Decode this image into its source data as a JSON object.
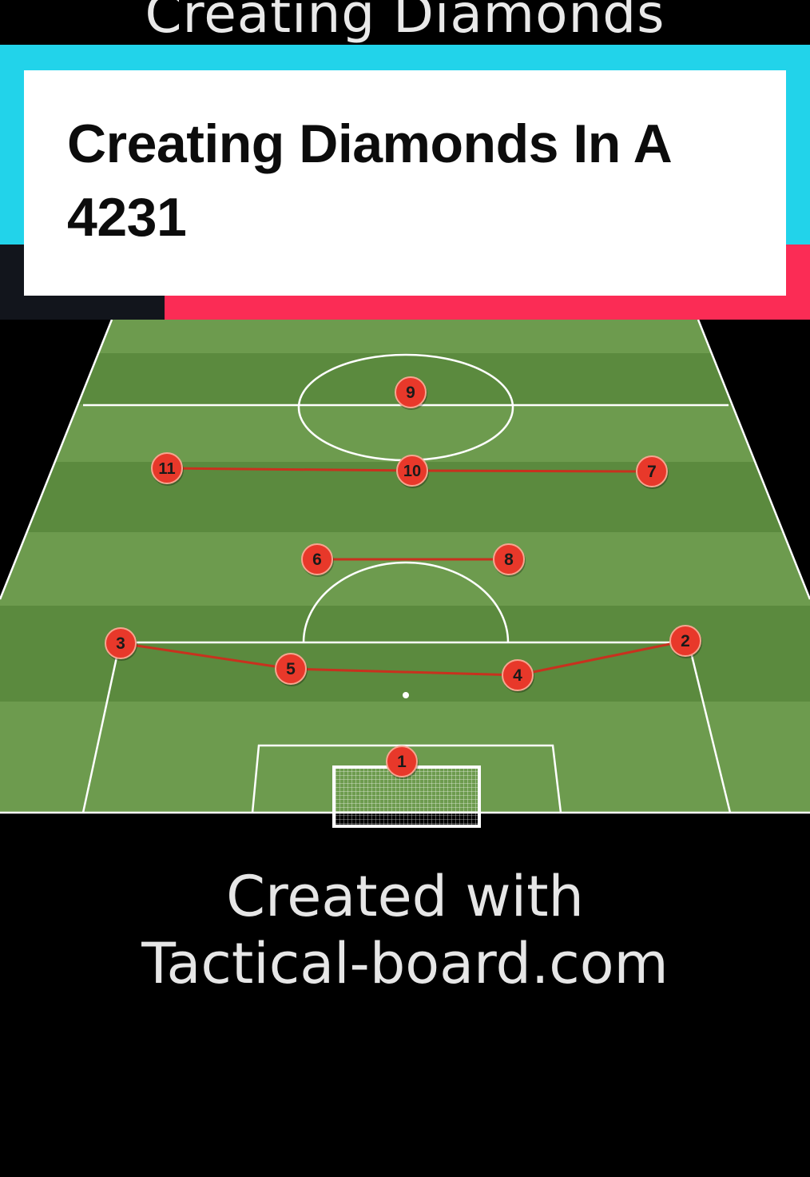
{
  "header": {
    "top_title": "Creating Diamonds",
    "card_title": "Creating Diamonds In A 4231"
  },
  "colors": {
    "cyan": "#22d3ea",
    "pink": "#fb2c55",
    "dark": "#12151c",
    "pitch_light": "#6d9b4e",
    "pitch_dark": "#5b8a3e",
    "player": "#e8382a",
    "link_line": "#c8311e"
  },
  "players": [
    "1",
    "2",
    "3",
    "4",
    "5",
    "6",
    "7",
    "8",
    "9",
    "10",
    "11"
  ],
  "connections": [
    [
      "11",
      "10"
    ],
    [
      "10",
      "7"
    ],
    [
      "6",
      "8"
    ],
    [
      "3",
      "5"
    ],
    [
      "5",
      "4"
    ],
    [
      "4",
      "2"
    ]
  ],
  "footer": {
    "credit_line1": "Created with",
    "credit_line2": "Tactical-board.com"
  }
}
